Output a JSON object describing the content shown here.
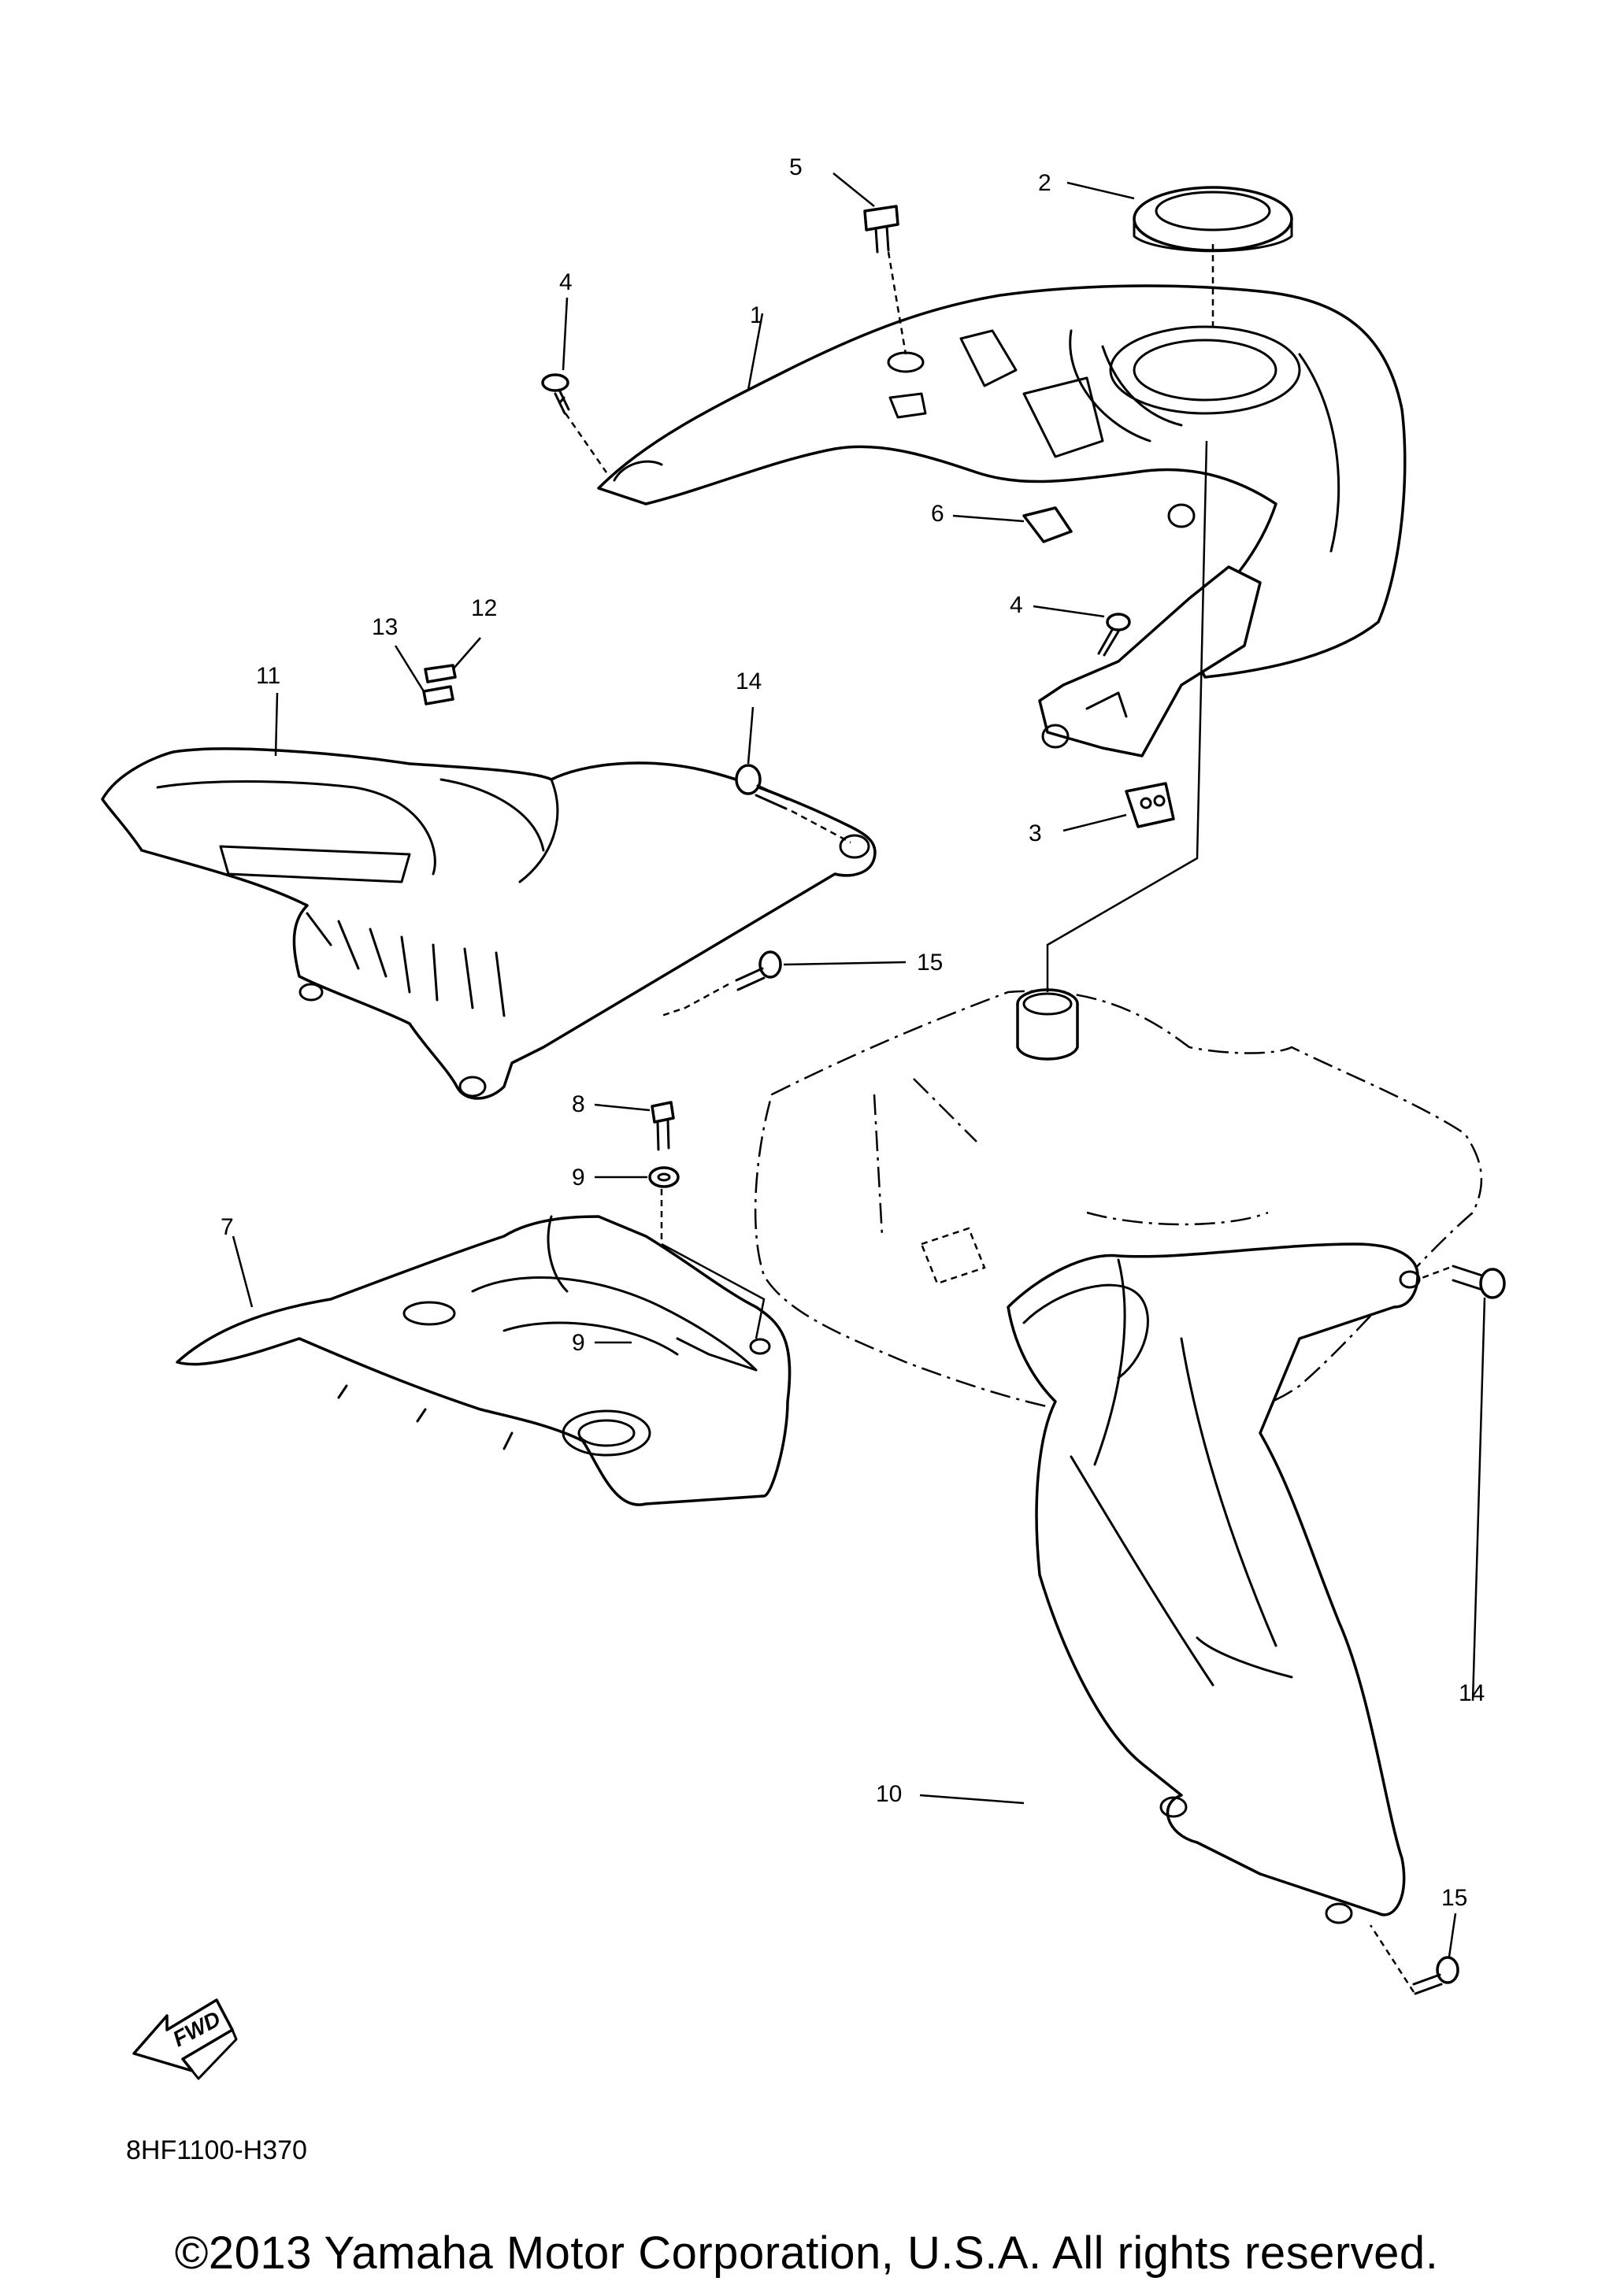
{
  "diagram": {
    "drawing_code": "8HF1100-H370",
    "copyright": "©2013 Yamaha Motor Corporation, U.S.A. All rights reserved.",
    "fwd_label": "FWD",
    "callouts": [
      "1",
      "2",
      "3",
      "4",
      "4",
      "5",
      "6",
      "7",
      "8",
      "9",
      "9",
      "10",
      "11",
      "12",
      "13",
      "14",
      "14",
      "15",
      "15"
    ]
  }
}
